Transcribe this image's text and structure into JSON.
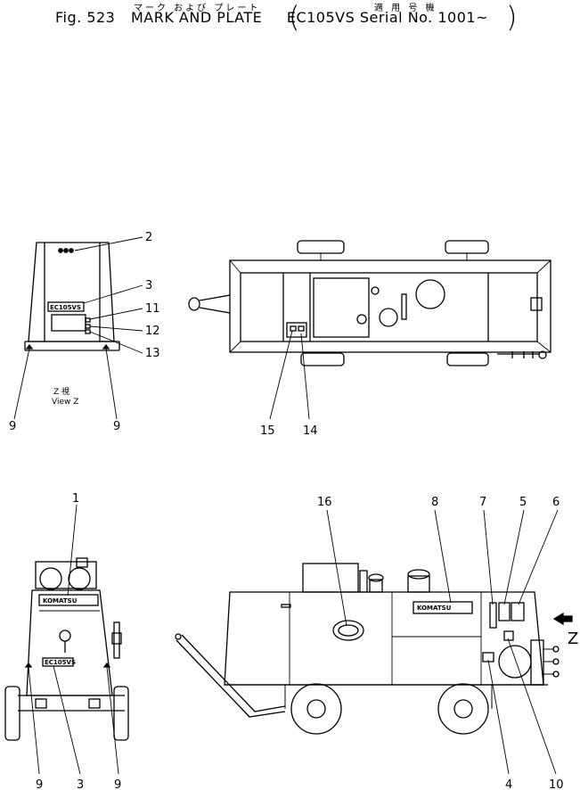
{
  "header": {
    "fig_label": "Fig. 523",
    "title": "MARK AND PLATE",
    "model_range": "EC105VS Serial No. 1001~",
    "jp_title": "マーク および プレート",
    "jp_applicability": "適 用 号 機"
  },
  "view_z": {
    "label_jp": "Z 視",
    "label_en": "View Z"
  },
  "plates": {
    "model_plate": "EC105VS",
    "brand_plate": "KOMATSU",
    "brand_plate_side": "KOMATSU"
  },
  "callouts": {
    "top_left": [
      "2",
      "3",
      "11",
      "12",
      "13",
      "9",
      "9"
    ],
    "top_right": [
      "15",
      "14"
    ],
    "bottom_left": [
      "1",
      "9",
      "3",
      "9"
    ],
    "bottom_right": [
      "16",
      "8",
      "7",
      "5",
      "6",
      "4",
      "10"
    ],
    "view_arrow": "Z"
  }
}
